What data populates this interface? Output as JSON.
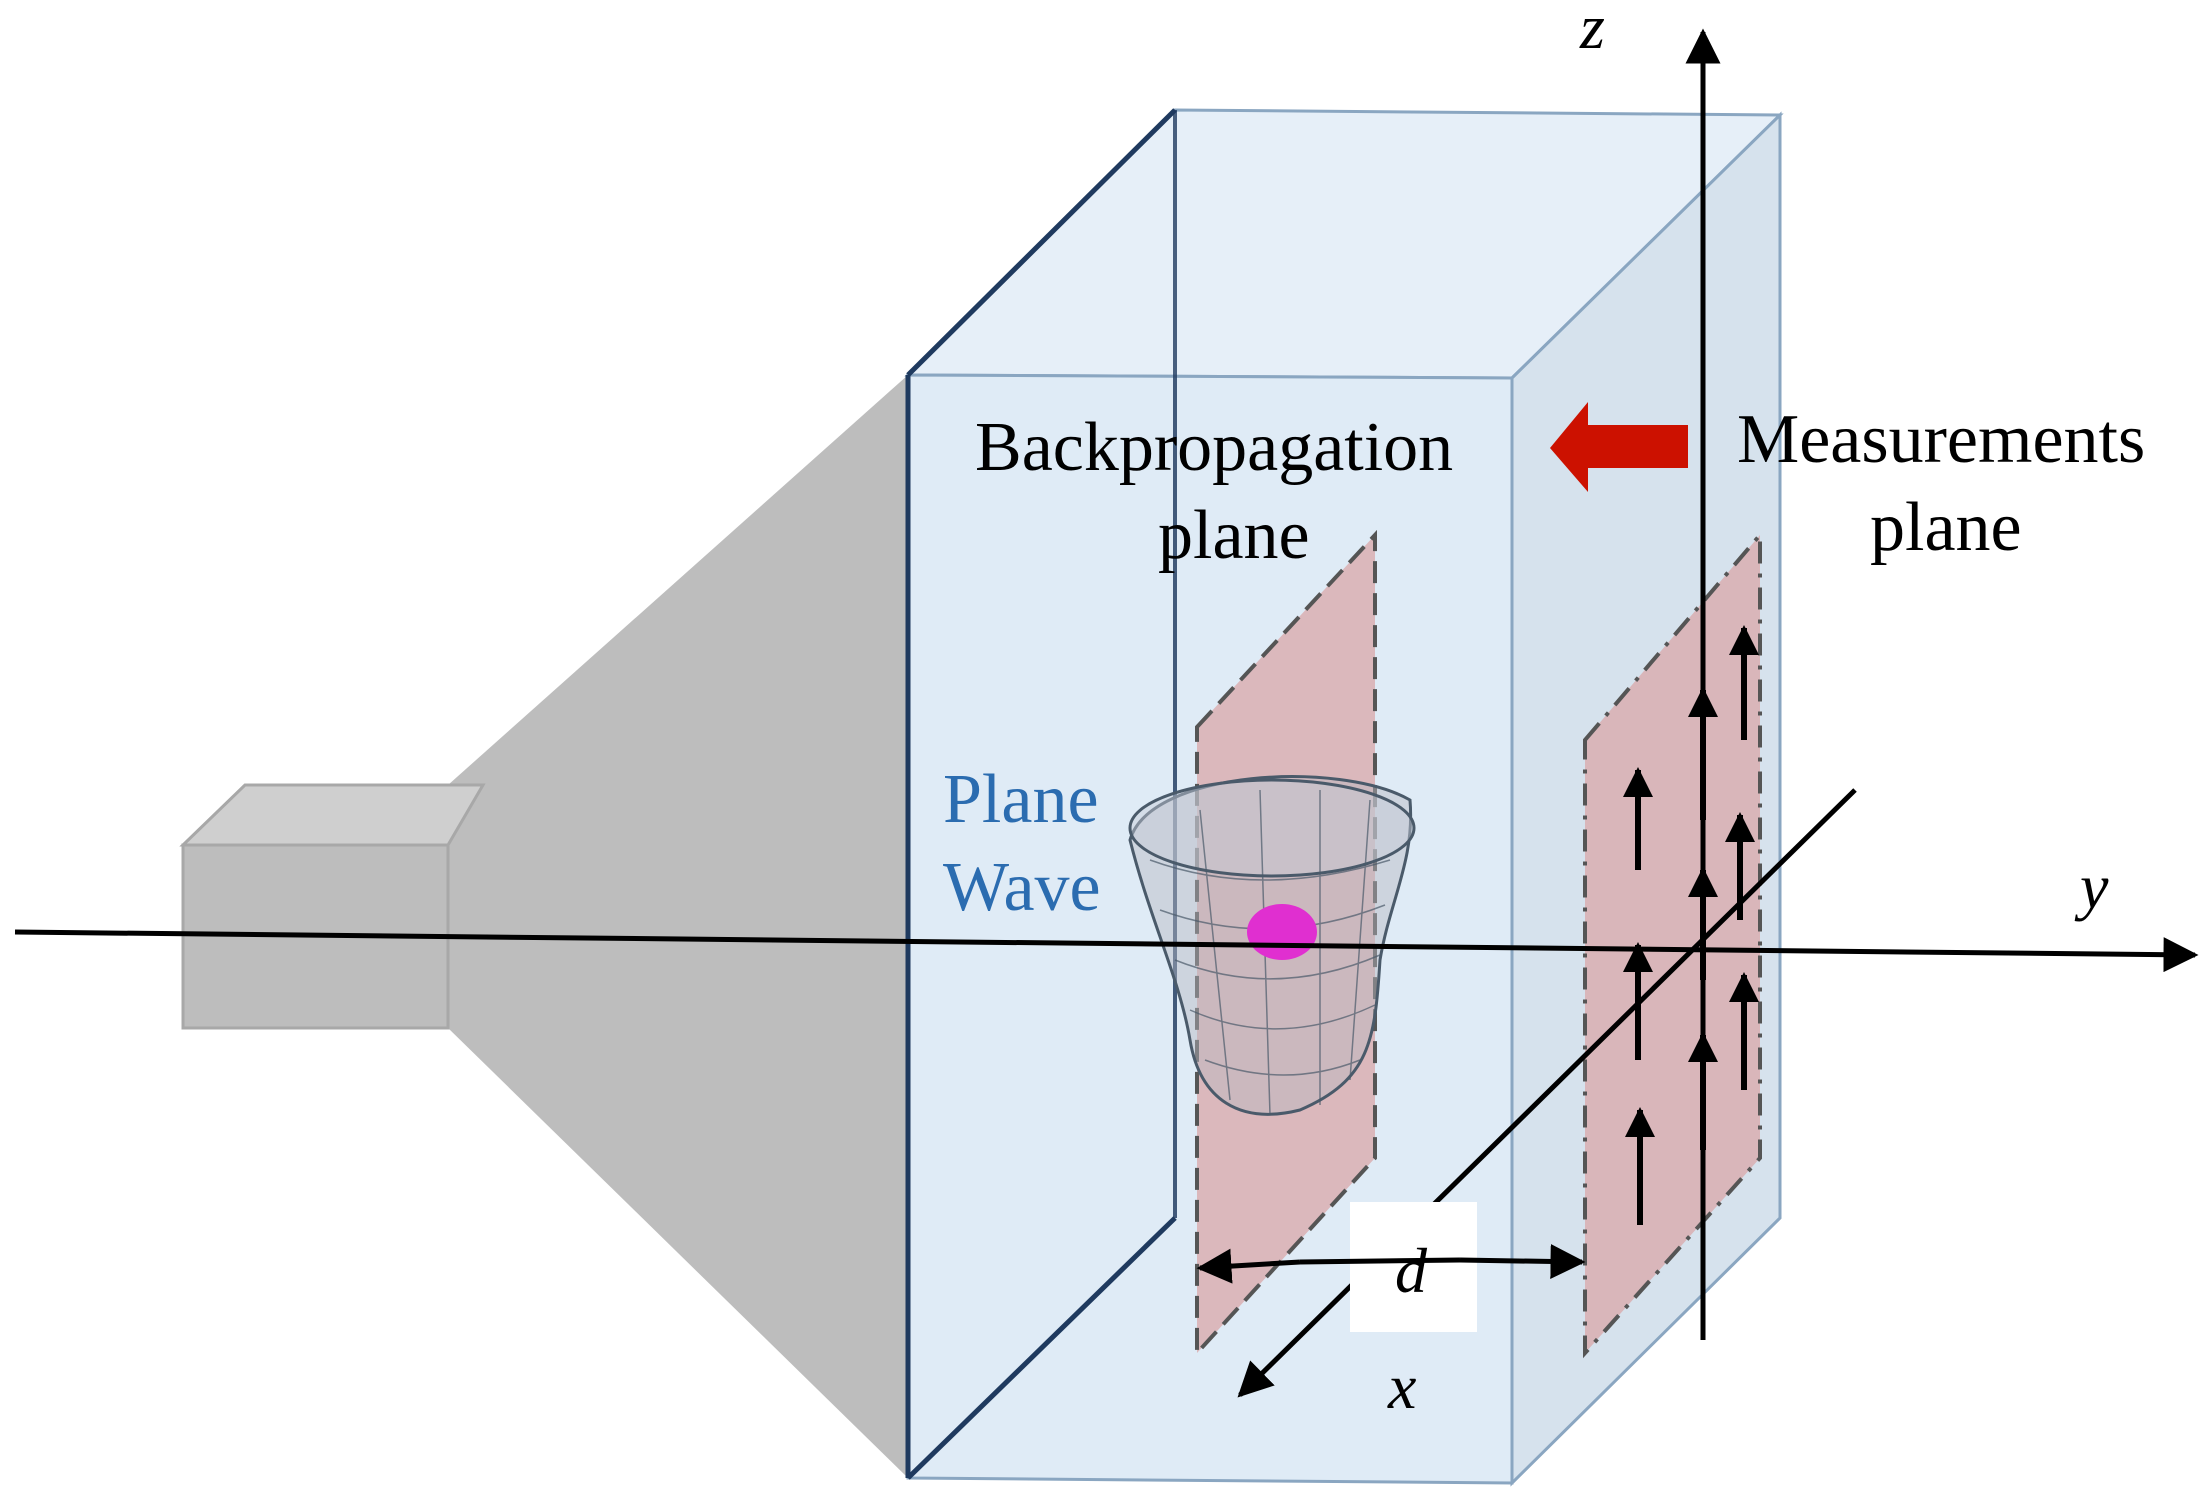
{
  "labels": {
    "backprop_line1": "Backpropagation",
    "backprop_line2": "plane",
    "measure_line1": "Measurements",
    "measure_line2": "plane",
    "wave_line1": "Plane",
    "wave_line2": "Wave",
    "axis_z": "z",
    "axis_y": "y",
    "axis_x": "x",
    "distance": "d"
  },
  "colors": {
    "box_face": "#dce9f5",
    "box_edge": "#1f3a5f",
    "plane_fill": "#d9a7a8",
    "horn": "#bdbdbd",
    "arrow_red": "#cc1100",
    "wave_text": "#2b6cb0",
    "tumor": "#e02fd0"
  }
}
